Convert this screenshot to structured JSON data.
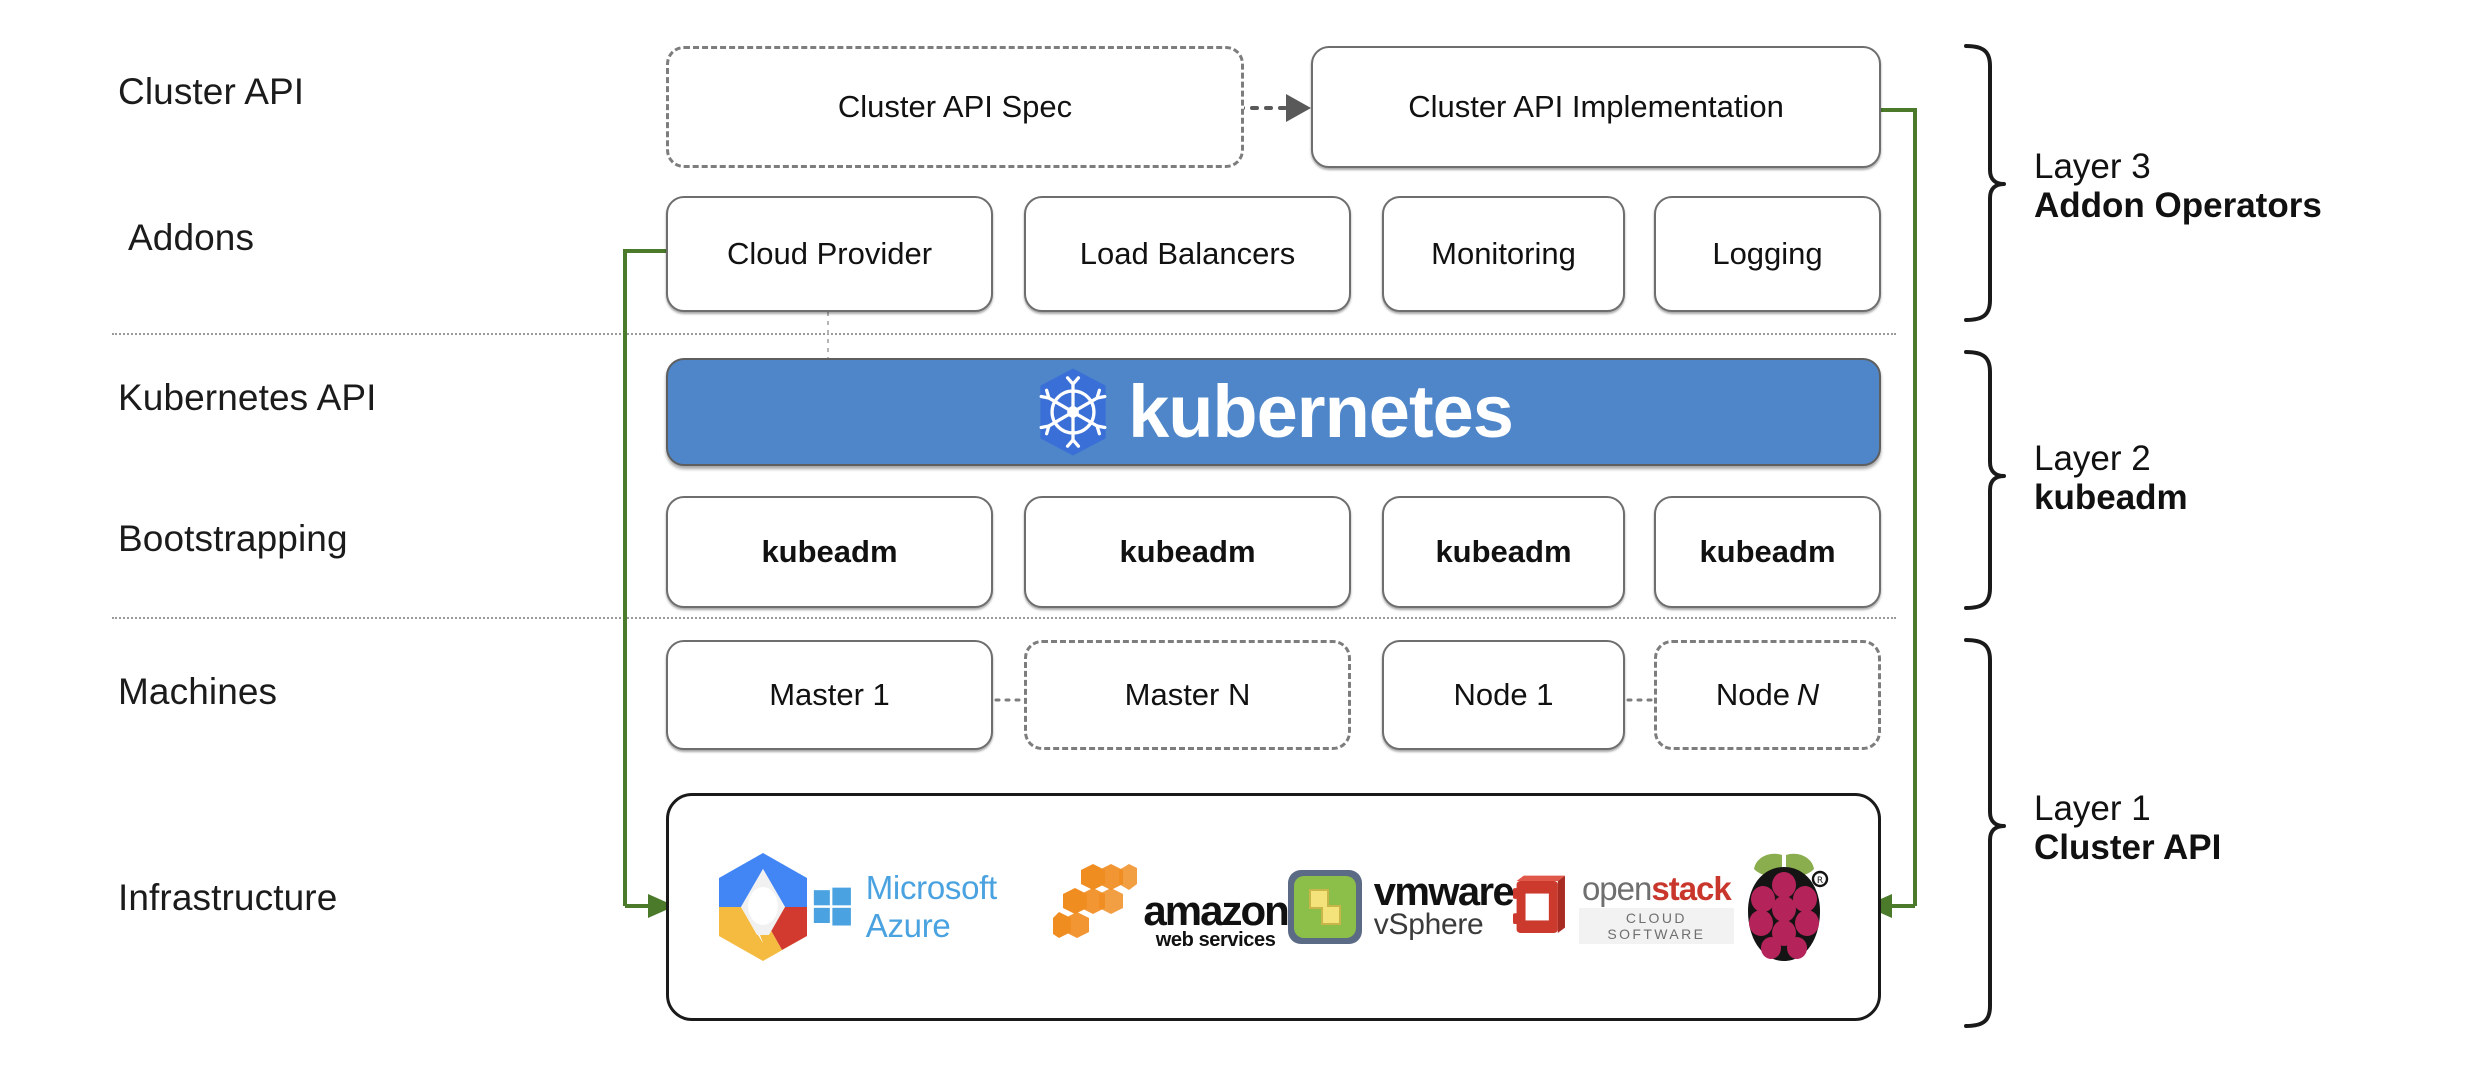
{
  "diagram": {
    "title": "Kubernetes Cluster API layered architecture",
    "accent_green": "#4a7a2a",
    "kubernetes_blue": "#4e86c9",
    "kubernetes_logo_blue": "#3a6fd8"
  },
  "row_labels": [
    {
      "id": "cluster-api",
      "text": "Cluster API"
    },
    {
      "id": "addons",
      "text": "Addons"
    },
    {
      "id": "kubernetes-api",
      "text": "Kubernetes API"
    },
    {
      "id": "bootstrapping",
      "text": "Bootstrapping"
    },
    {
      "id": "machines",
      "text": "Machines"
    },
    {
      "id": "infrastructure",
      "text": "Infrastructure"
    }
  ],
  "cluster_api_row": {
    "spec": {
      "label": "Cluster API Spec",
      "style": "dashed"
    },
    "implementation": {
      "label": "Cluster API Implementation",
      "style": "solid"
    }
  },
  "addons_row": [
    {
      "label": "Cloud Provider"
    },
    {
      "label": "Load Balancers"
    },
    {
      "label": "Monitoring"
    },
    {
      "label": "Logging"
    }
  ],
  "kubernetes_banner": {
    "wordmark": "kubernetes",
    "logo": "kubernetes-helm-icon"
  },
  "bootstrapping_row": [
    {
      "label": "kubeadm"
    },
    {
      "label": "kubeadm"
    },
    {
      "label": "kubeadm"
    },
    {
      "label": "kubeadm"
    }
  ],
  "machines_row": [
    {
      "label": "Master 1",
      "style": "solid",
      "italic_suffix": ""
    },
    {
      "label": "Master N",
      "style": "dashed",
      "italic_suffix": ""
    },
    {
      "label": "Node 1",
      "style": "solid",
      "italic_suffix": ""
    },
    {
      "label": "Node",
      "style": "dashed",
      "italic_suffix": "N"
    }
  ],
  "infrastructure_logos": [
    {
      "id": "google-cloud-platform-logo",
      "name": "Google Cloud Platform"
    },
    {
      "id": "microsoft-azure-logo",
      "name": "Microsoft Azure",
      "text": "Microsoft Azure"
    },
    {
      "id": "amazon-web-services-logo",
      "name": "Amazon Web Services",
      "text": "amazon",
      "subtext": "web services"
    },
    {
      "id": "vmware-vsphere-logo",
      "name": "VMware vSphere",
      "text": "vmware",
      "subtext": "vSphere"
    },
    {
      "id": "openstack-logo",
      "name": "OpenStack",
      "text_a": "open",
      "text_b": "stack",
      "subtext": "CLOUD SOFTWARE"
    },
    {
      "id": "raspberry-pi-logo",
      "name": "Raspberry Pi"
    }
  ],
  "layer_captions": [
    {
      "number": "Layer 3",
      "name": "Addon Operators"
    },
    {
      "number": "Layer 2",
      "name": "kubeadm"
    },
    {
      "number": "Layer 1",
      "name": "Cluster API"
    }
  ]
}
